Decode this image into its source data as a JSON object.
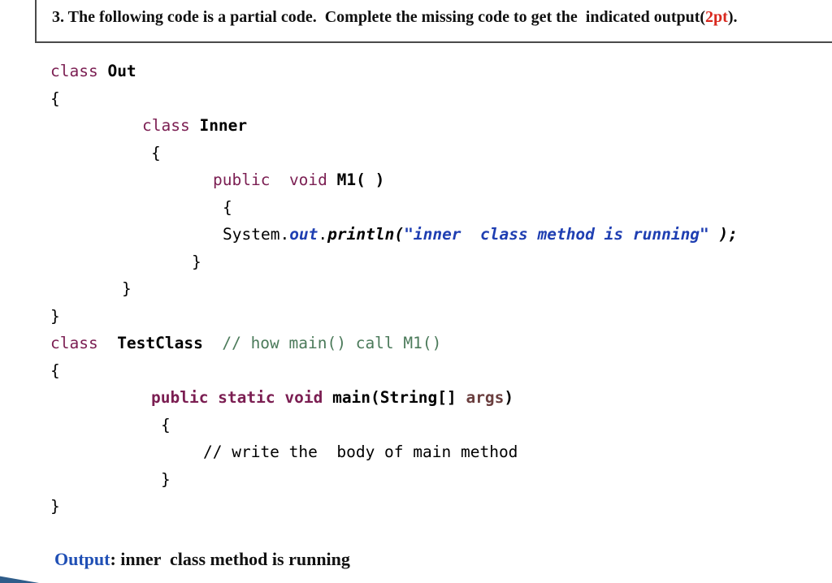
{
  "question": {
    "text": "3. The following code is a partial code.  Complete the missing code to get the  indicated output(",
    "points": "2pt",
    "close": ")."
  },
  "code": {
    "l1_kw": "class",
    "l1_name": "Out",
    "brace_open": "{",
    "brace_close": "}",
    "inner_kw": "class",
    "inner_name": "Inner",
    "m1_public": "public",
    "m1_void": "void",
    "m1_sig": "M1( )",
    "print_obj": "System.",
    "print_out": "out",
    "print_dot": ".",
    "print_method": "println",
    "print_paren": "(",
    "print_str": "\"inner  class method is running\"",
    "print_end": " );",
    "test_kw": "class",
    "test_name": "TestClass",
    "test_comment": "// how main() call M1()",
    "main_mods": "public static void",
    "main_name": "main(String[]",
    "main_arg": "args",
    "main_close": ")",
    "body_comment": "// write the  body of main method"
  },
  "output": {
    "label": "Output",
    "text": ": inner  class method is running"
  }
}
